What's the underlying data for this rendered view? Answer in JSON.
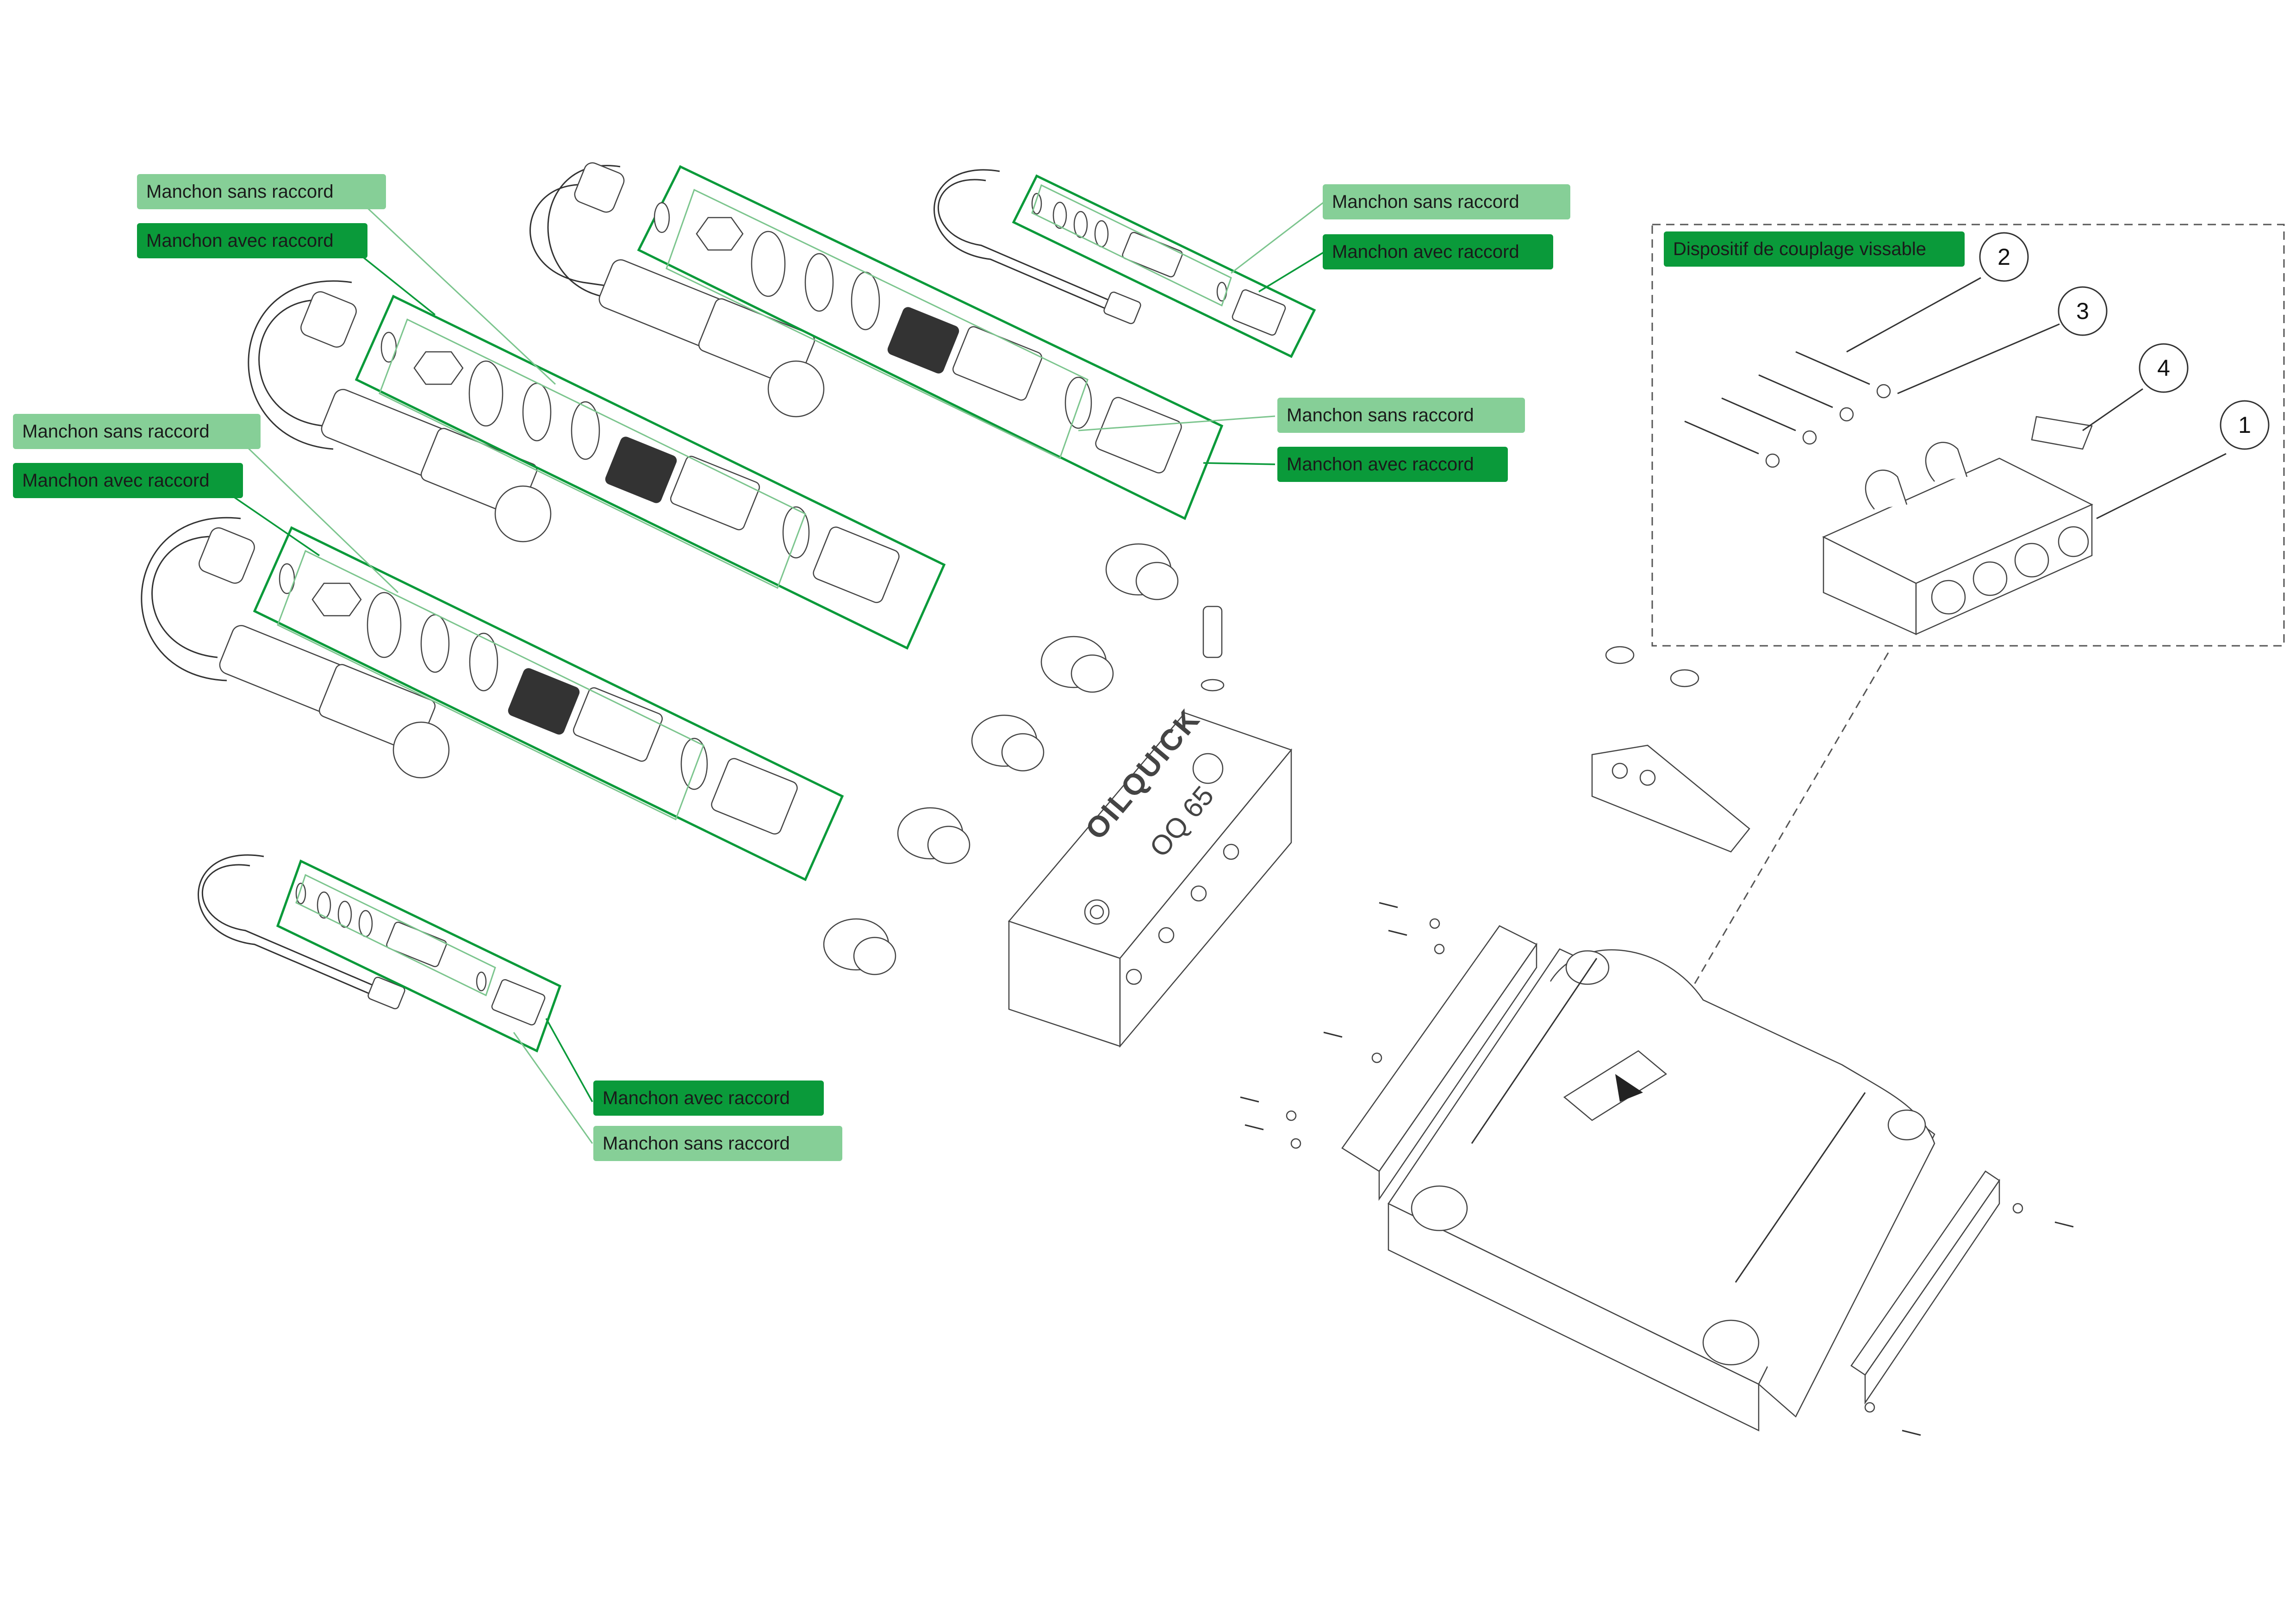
{
  "labels": {
    "sans_raccord": "Manchon sans raccord",
    "avec_raccord": "Manchon avec raccord",
    "couplage": "Dispositif de couplage vissable"
  },
  "callouts": [
    "1",
    "2",
    "3",
    "4"
  ],
  "block_brand": "OILQUICK",
  "block_model": "OQ 65",
  "colors": {
    "dark_green": "#0a9a3a",
    "light_green": "#86cf97",
    "line": "#333333"
  }
}
